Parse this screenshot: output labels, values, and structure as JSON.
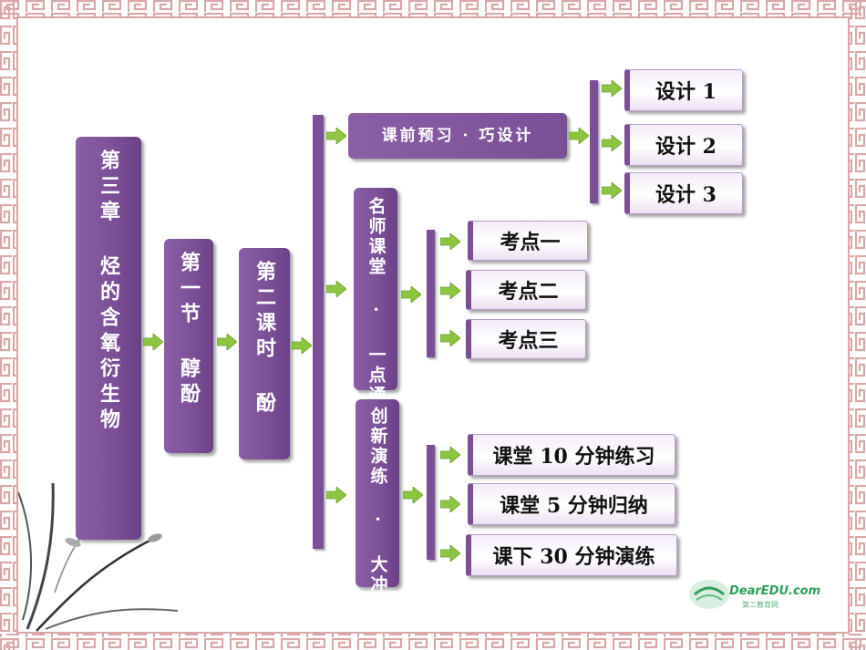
{
  "chapter": "第三章 烃的含氧衍生物",
  "section": "第一节 醇酚",
  "lesson": "第二课时 酚",
  "branches": [
    {
      "title": "课前预习 · 巧设计",
      "items": [
        "设计 1",
        "设计 2",
        "设计 3"
      ]
    },
    {
      "title": "名师课堂 · 一点通",
      "items": [
        "考点一",
        "考点二",
        "考点三"
      ]
    },
    {
      "title": "创新演练 · 大冲关",
      "items": [
        "课堂 10 分钟练习",
        "课堂 5 分钟归纳",
        "课下 30 分钟演练"
      ]
    }
  ],
  "logo": {
    "brand": "DearEDU.com",
    "tagline": "第二教育网"
  },
  "colors": {
    "box_purple": "#7a4f96",
    "arrow_green": "#8cc63f",
    "frame_pink": "#d9a7a7"
  }
}
